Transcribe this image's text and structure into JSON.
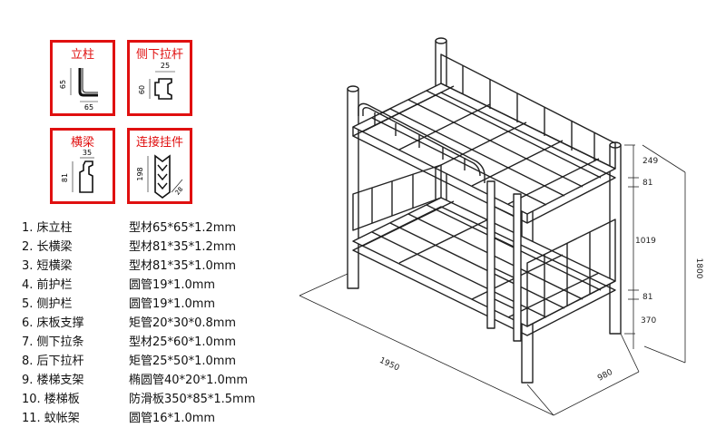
{
  "profiles": [
    {
      "title": "立柱",
      "dims": [
        "65",
        "65"
      ],
      "icon": "l-profile-icon"
    },
    {
      "title": "侧下拉杆",
      "dims": [
        "25",
        "60"
      ],
      "icon": "c-channel-profile-icon"
    },
    {
      "title": "横梁",
      "dims": [
        "35",
        "81"
      ],
      "icon": "beam-profile-icon"
    },
    {
      "title": "连接挂件",
      "dims": [
        "198",
        "28"
      ],
      "icon": "bracket-profile-icon"
    }
  ],
  "specs": [
    {
      "name": "1. 床立柱",
      "spec": "型材65*65*1.2mm"
    },
    {
      "name": "2. 长横梁",
      "spec": "型材81*35*1.2mm"
    },
    {
      "name": "3. 短横梁",
      "spec": "型材81*35*1.0mm"
    },
    {
      "name": "4. 前护栏",
      "spec": "圆管19*1.0mm"
    },
    {
      "name": "5. 侧护栏",
      "spec": "圆管19*1.0mm"
    },
    {
      "name": "6. 床板支撑",
      "spec": "矩管20*30*0.8mm"
    },
    {
      "name": "7. 侧下拉条",
      "spec": "型材25*60*1.0mm"
    },
    {
      "name": "8. 后下拉杆",
      "spec": "矩管25*50*1.0mm"
    },
    {
      "name": "9. 楼梯支架",
      "spec": "椭圆管40*20*1.0mm"
    },
    {
      "name": "10. 楼梯板",
      "spec": "防滑板350*85*1.5mm"
    },
    {
      "name": "11. 蚊帐架",
      "spec": "圆管16*1.0mm"
    }
  ],
  "drawing": {
    "dims": {
      "length": "1950",
      "width": "980",
      "height": "1800",
      "seg1": "249",
      "seg2": "81",
      "seg3": "1019",
      "seg4": "81",
      "seg5": "370"
    }
  },
  "colors": {
    "accent": "#e01010",
    "line": "#222222"
  }
}
